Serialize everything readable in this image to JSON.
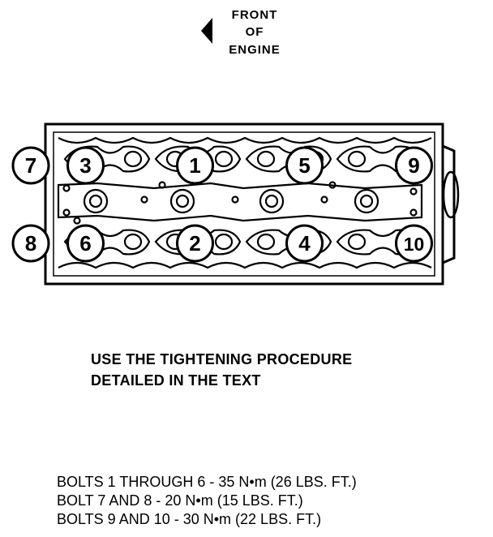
{
  "front_label": [
    "FRONT",
    "OF",
    "ENGINE"
  ],
  "bolts": [
    {
      "label": "1",
      "row": "top",
      "slot": 4
    },
    {
      "label": "2",
      "row": "bottom",
      "slot": 4
    },
    {
      "label": "3",
      "row": "top",
      "slot": 2
    },
    {
      "label": "4",
      "row": "bottom",
      "slot": 6
    },
    {
      "label": "5",
      "row": "top",
      "slot": 6
    },
    {
      "label": "6",
      "row": "bottom",
      "slot": 2
    },
    {
      "label": "7",
      "row": "top",
      "slot": 1
    },
    {
      "label": "8",
      "row": "bottom",
      "slot": 1
    },
    {
      "label": "9",
      "row": "top",
      "slot": 8
    },
    {
      "label": "10",
      "row": "bottom",
      "slot": 8
    }
  ],
  "note_lines": [
    "USE THE TIGHTENING PROCEDURE",
    "DETAILED IN THE TEXT"
  ],
  "torque_specs": [
    "BOLTS 1 THROUGH 6 - 35 N•m (26 LBS. FT.)",
    "BOLT 7 AND 8 - 20 N•m (15 LBS. FT.)",
    "BOLTS 9 AND 10 - 30 N•m (22 LBS. FT.)"
  ]
}
